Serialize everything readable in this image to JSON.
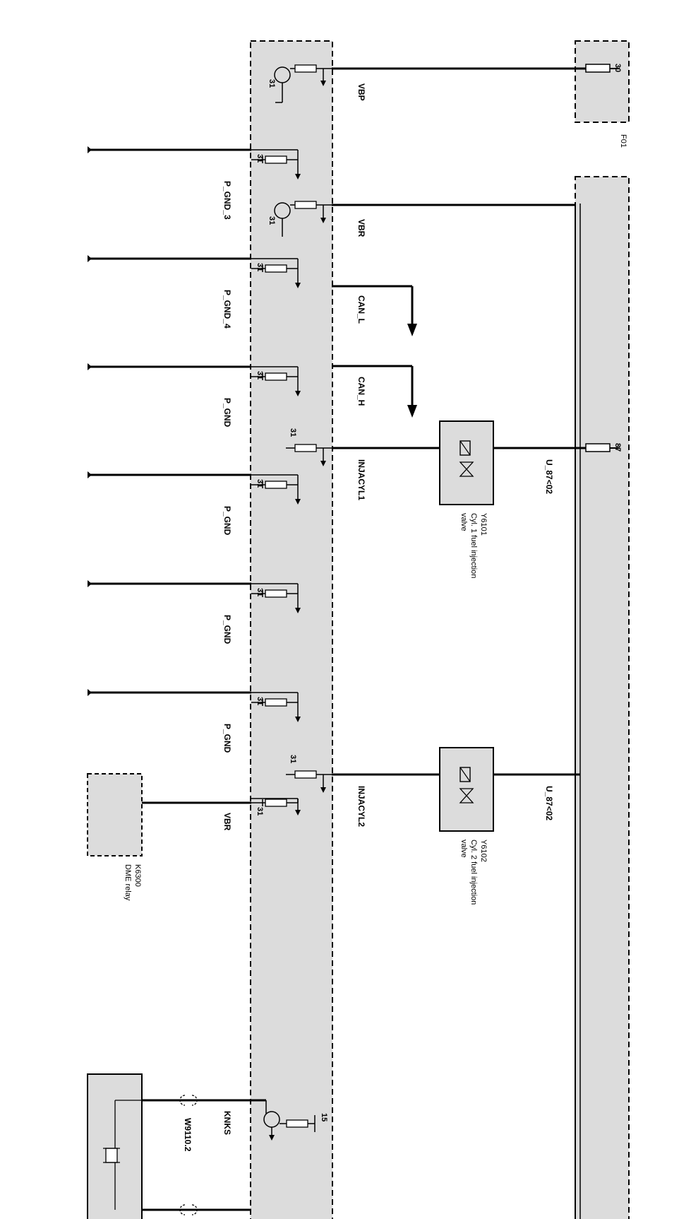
{
  "colors": {
    "module_fill": "#dcdcdc",
    "wire": "#000000",
    "background": "#ffffff"
  },
  "modules": {
    "fuse_f01": {
      "label": "F01",
      "pin_top": "30",
      "pin_mid": "87"
    },
    "dme_relay": {
      "id": "K6300",
      "name": "DME relay"
    },
    "injector_1": {
      "id": "Y6101",
      "name_line1": "Cyl. 1 fuel injection",
      "name_line2": "valve"
    },
    "injector_2": {
      "id": "Y6102",
      "name_line1": "Cyl. 2 fuel injection",
      "name_line2": "valve"
    }
  },
  "signals": {
    "vbp": "VBP",
    "vbr": "VBR",
    "can_l": "CAN_L",
    "can_h": "CAN_H",
    "injcyl1": "INJACYL1",
    "injcyl2": "INJACYL2",
    "knks": "KNKS",
    "u87_1": "U_87<02",
    "u87_2": "U_87<02",
    "vbr2": "VBR"
  },
  "grounds": [
    {
      "label": "P_GND_3",
      "pin": "31"
    },
    {
      "label": "P_GND_4",
      "pin": "31"
    },
    {
      "label": "P_GND",
      "pin": "31"
    },
    {
      "label": "P_GND",
      "pin": "31"
    },
    {
      "label": "P_GND",
      "pin": "31"
    },
    {
      "label": "P_GND",
      "pin": "31"
    }
  ],
  "pins": {
    "vbp_gnd": "31",
    "vbr_gnd": "31",
    "inj1_gnd": "31",
    "inj2_gnd": "31",
    "vbr2_gnd": "31",
    "knks_pin": "15"
  },
  "connector": {
    "label": "W9110.2"
  }
}
